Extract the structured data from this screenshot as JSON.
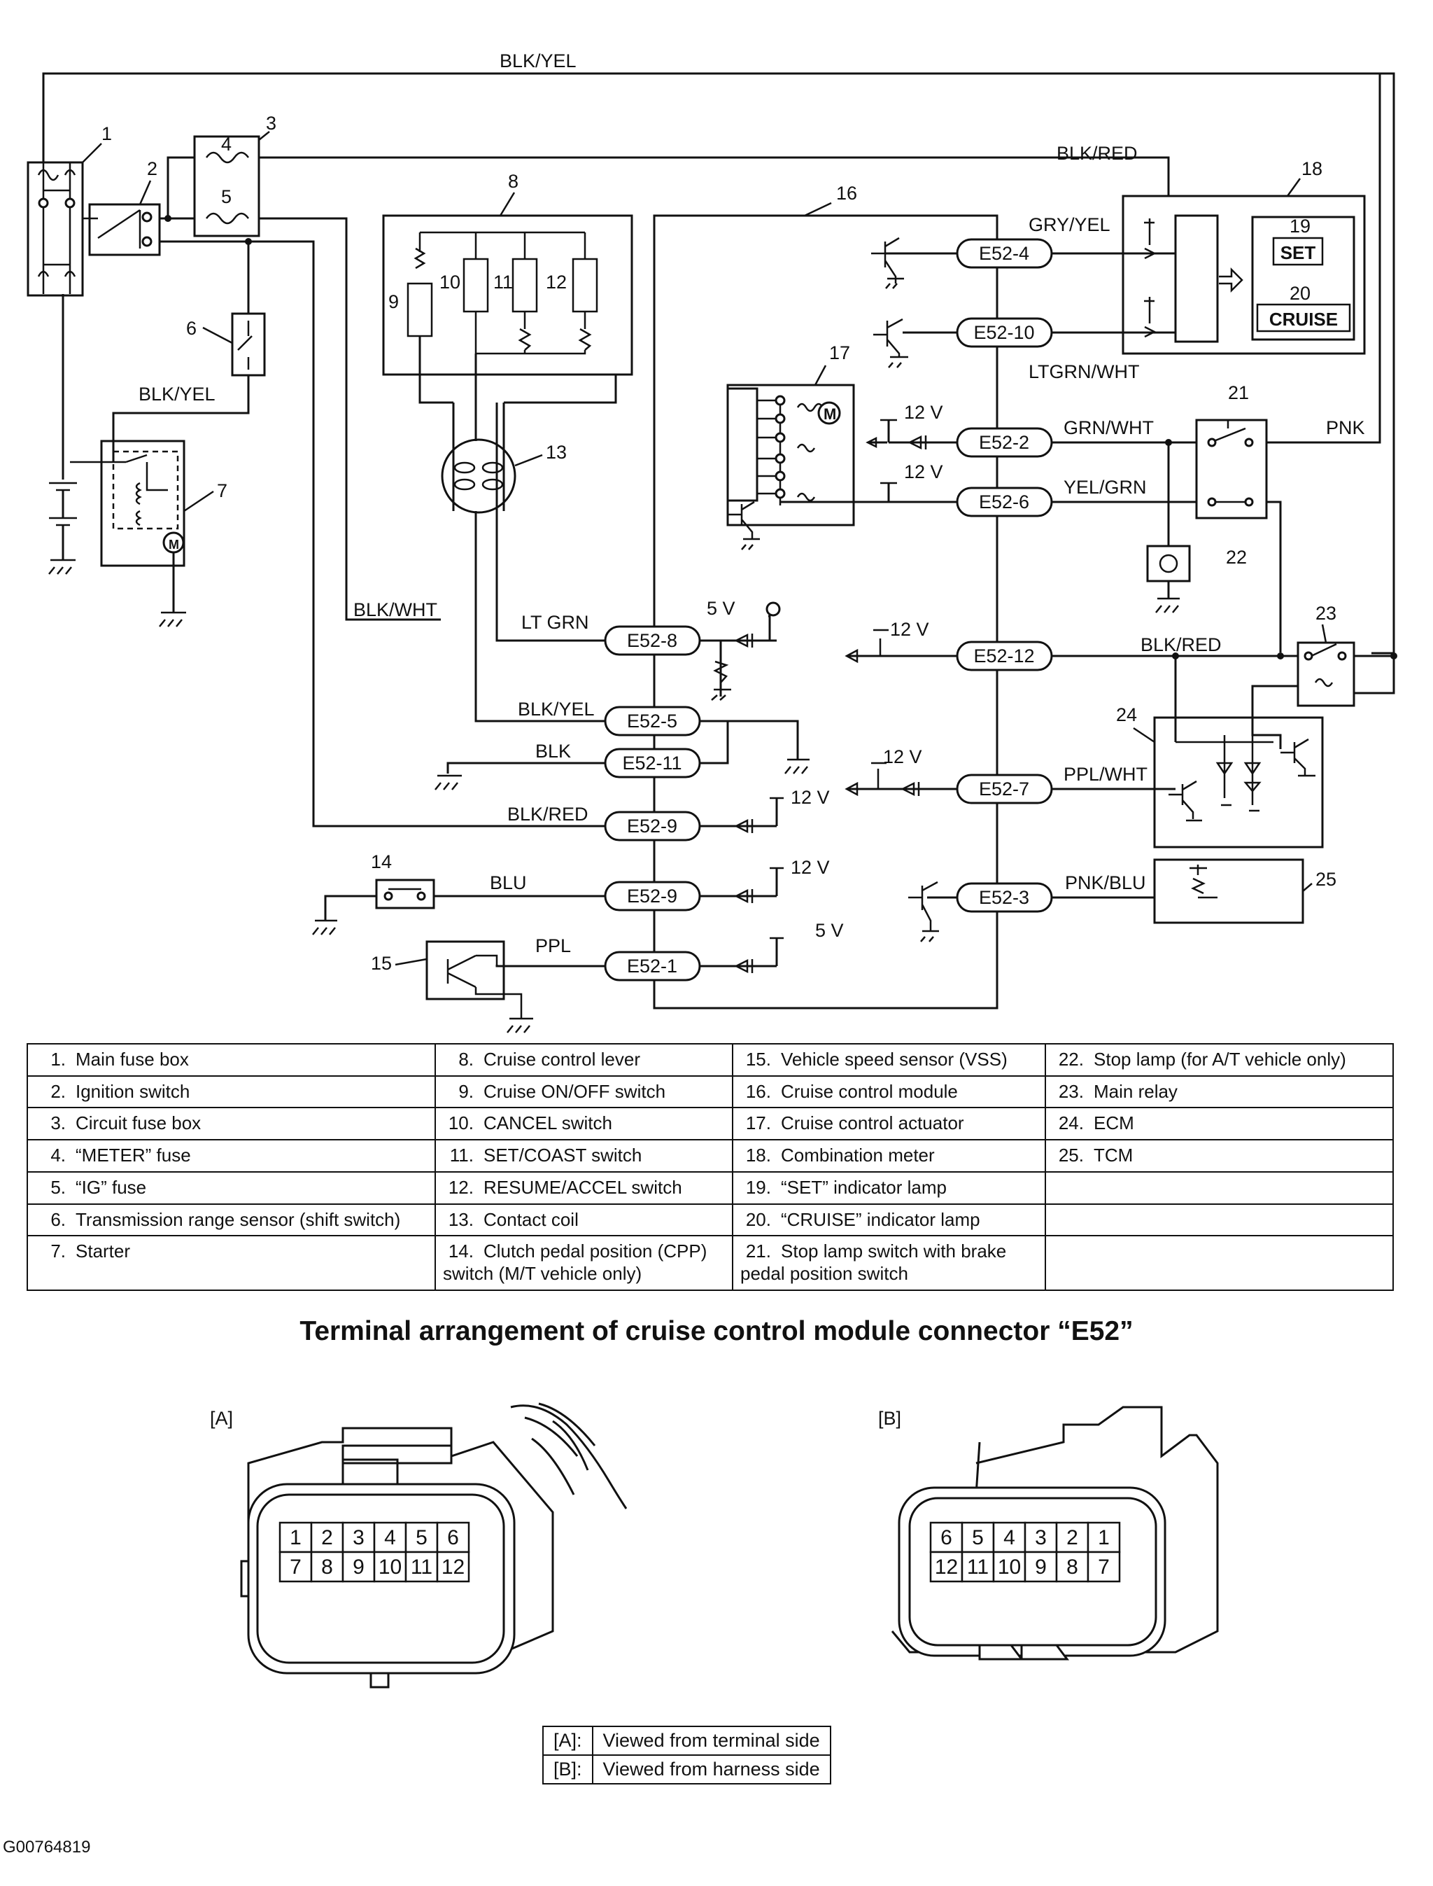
{
  "diagram": {
    "wire_labels": {
      "top_blk_yel": "BLK/YEL",
      "top_blk_red": "BLK/RED",
      "starter_blk_yel": "BLK/YEL",
      "blk_wht": "BLK/WHT",
      "lt_grn": "LT GRN",
      "ccm_blk_yel": "BLK/YEL",
      "blk": "BLK",
      "ccm_blk_red": "BLK/RED",
      "blu": "BLU",
      "ppl": "PPL",
      "gry_yel": "GRY/YEL",
      "ltgrn_wht": "LTGRN/WHT",
      "grn_wht": "GRN/WHT",
      "pnk": "PNK",
      "yel_grn": "YEL/GRN",
      "relay_blk_red": "BLK/RED",
      "ppl_wht": "PPL/WHT",
      "pnk_blu": "PNK/BLU"
    },
    "connector_pins": {
      "e52_4": "E52-4",
      "e52_10": "E52-10",
      "e52_2": "E52-2",
      "e52_6": "E52-6",
      "e52_8": "E52-8",
      "e52_12": "E52-12",
      "e52_5": "E52-5",
      "e52_11": "E52-11",
      "e52_7": "E52-7",
      "e52_9a": "E52-9",
      "e52_9b": "E52-9",
      "e52_3": "E52-3",
      "e52_1": "E52-1"
    },
    "voltages": {
      "act_top": "12 V",
      "act_mid": "12 V",
      "lt_grn_ref": "5 V",
      "e52_12_ref": "12 V",
      "e52_7_ref": "12 V",
      "e52_9a_ref": "12 V",
      "e52_9b_ref": "12 V",
      "e52_1_ref": "5 V"
    },
    "component_numbers": [
      "1",
      "2",
      "3",
      "4",
      "5",
      "6",
      "7",
      "8",
      "9",
      "10",
      "11",
      "12",
      "13",
      "14",
      "15",
      "16",
      "17",
      "18",
      "19",
      "20",
      "21",
      "22",
      "23",
      "24",
      "25"
    ],
    "meter_lamps": {
      "set": "SET",
      "cruise": "CRUISE"
    },
    "motor_symbol": "M"
  },
  "legend": [
    [
      {
        "n": "1.",
        "t": "Main fuse box"
      },
      {
        "n": "8.",
        "t": "Cruise control lever"
      },
      {
        "n": "15.",
        "t": "Vehicle speed sensor (VSS)"
      },
      {
        "n": "22.",
        "t": "Stop lamp (for A/T vehicle only)"
      }
    ],
    [
      {
        "n": "2.",
        "t": "Ignition switch"
      },
      {
        "n": "9.",
        "t": "Cruise ON/OFF switch"
      },
      {
        "n": "16.",
        "t": "Cruise control module"
      },
      {
        "n": "23.",
        "t": "Main relay"
      }
    ],
    [
      {
        "n": "3.",
        "t": "Circuit fuse box"
      },
      {
        "n": "10.",
        "t": "CANCEL switch"
      },
      {
        "n": "17.",
        "t": "Cruise control actuator"
      },
      {
        "n": "24.",
        "t": "ECM"
      }
    ],
    [
      {
        "n": "4.",
        "t": "“METER” fuse"
      },
      {
        "n": "11.",
        "t": "SET/COAST switch"
      },
      {
        "n": "18.",
        "t": "Combination meter"
      },
      {
        "n": "25.",
        "t": "TCM"
      }
    ],
    [
      {
        "n": "5.",
        "t": "“IG” fuse"
      },
      {
        "n": "12.",
        "t": "RESUME/ACCEL switch"
      },
      {
        "n": "19.",
        "t": "“SET” indicator lamp"
      },
      {
        "n": "",
        "t": ""
      }
    ],
    [
      {
        "n": "6.",
        "t": "Transmission range sensor (shift switch)"
      },
      {
        "n": "13.",
        "t": "Contact coil"
      },
      {
        "n": "20.",
        "t": "“CRUISE” indicator lamp"
      },
      {
        "n": "",
        "t": ""
      }
    ],
    [
      {
        "n": "7.",
        "t": "Starter"
      },
      {
        "n": "14.",
        "t": "Clutch pedal position (CPP) switch (M/T vehicle only)"
      },
      {
        "n": "21.",
        "t": "Stop lamp switch with brake pedal position switch"
      },
      {
        "n": "",
        "t": ""
      }
    ]
  ],
  "connector_section": {
    "title": "Terminal arrangement of cruise control module connector “E52”",
    "view_a": {
      "label": "[A]",
      "row1": [
        "1",
        "2",
        "3",
        "4",
        "5",
        "6"
      ],
      "row2": [
        "7",
        "8",
        "9",
        "10",
        "11",
        "12"
      ]
    },
    "view_b": {
      "label": "[B]",
      "row1": [
        "6",
        "5",
        "4",
        "3",
        "2",
        "1"
      ],
      "row2": [
        "12",
        "11",
        "10",
        "9",
        "8",
        "7"
      ]
    },
    "view_notes": [
      {
        "key": "[A]:",
        "text": "Viewed from terminal side"
      },
      {
        "key": "[B]:",
        "text": "Viewed from harness side"
      }
    ]
  },
  "figure_id": "G00764819"
}
